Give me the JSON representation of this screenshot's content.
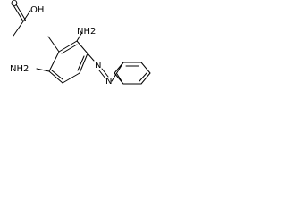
{
  "molecule": {
    "acetic_acid": {
      "oh_label": "OH",
      "o_label": "O"
    },
    "amine_top": "NH2",
    "amine_left": "NH2",
    "azo_n1": "N",
    "azo_n2": "N"
  }
}
